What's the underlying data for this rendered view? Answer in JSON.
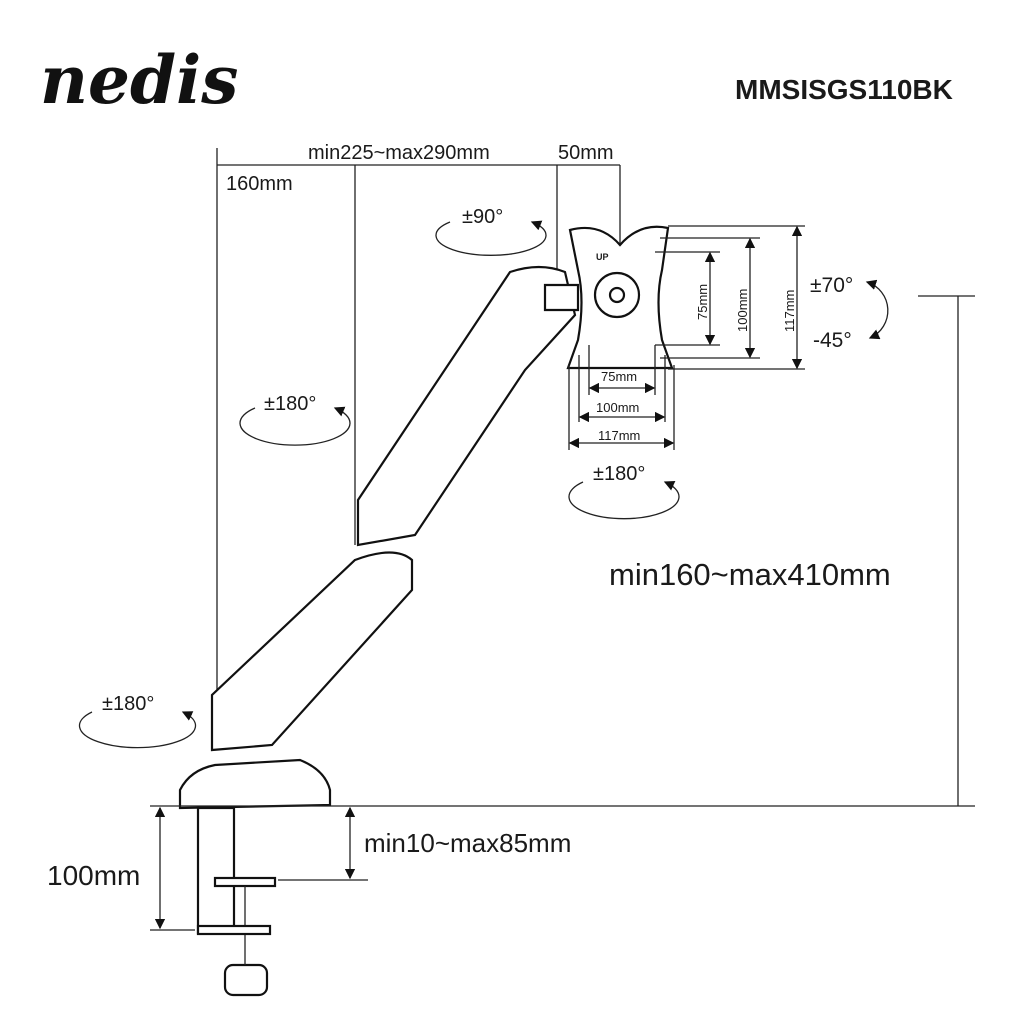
{
  "brand": {
    "logo": "nedis",
    "model": "MMSISGS110BK"
  },
  "dimensions": {
    "top_offset": "160mm",
    "arm_reach": "min225~max290mm",
    "head_offset": "50mm",
    "height_range": "min160~max410mm",
    "desk_thickness": "min10~max85mm",
    "clamp_height": "100mm"
  },
  "rotations": {
    "head_swivel": "±90°",
    "arm_upper": "±180°",
    "arm_base": "±180°",
    "head_rotate": "±180°",
    "tilt_up": "±70°",
    "tilt_down": "-45°"
  },
  "vesa": {
    "plate_label": "UP",
    "v75": "75mm",
    "v100": "100mm",
    "v117": "117mm",
    "h75": "75mm",
    "h100": "100mm",
    "h117": "117mm"
  }
}
